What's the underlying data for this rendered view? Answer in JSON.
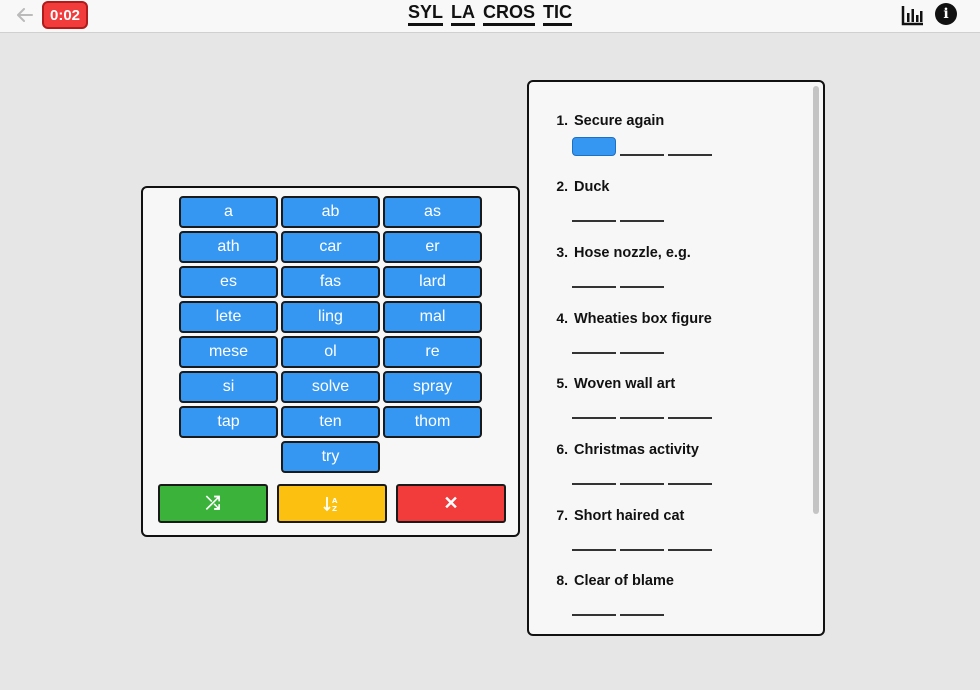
{
  "header": {
    "timer": "0:02",
    "title_parts": [
      "SYL",
      "LA",
      "CROS",
      "TIC"
    ]
  },
  "tiles": [
    "a",
    "ab",
    "as",
    "ath",
    "car",
    "er",
    "es",
    "fas",
    "lard",
    "lete",
    "ling",
    "mal",
    "mese",
    "ol",
    "re",
    "si",
    "solve",
    "spray",
    "tap",
    "ten",
    "thom",
    "try"
  ],
  "actions": {
    "shuffle_glyph": "⤮",
    "sort_glyph": "↓A/Z",
    "clear_glyph": "✕"
  },
  "clues": [
    {
      "number": "1.",
      "text": "Secure again",
      "slots": 3
    },
    {
      "number": "2.",
      "text": "Duck",
      "slots": 2
    },
    {
      "number": "3.",
      "text": "Hose nozzle, e.g.",
      "slots": 2
    },
    {
      "number": "4.",
      "text": "Wheaties box figure",
      "slots": 2
    },
    {
      "number": "5.",
      "text": "Woven wall art",
      "slots": 3
    },
    {
      "number": "6.",
      "text": "Christmas activity",
      "slots": 3
    },
    {
      "number": "7.",
      "text": "Short haired cat",
      "slots": 3
    },
    {
      "number": "8.",
      "text": "Clear of blame",
      "slots": 2
    }
  ],
  "colors": {
    "tile": "#3697f2",
    "timer": "#f23c3c",
    "shuffle": "#3bb33b",
    "sort": "#fcc110",
    "clear": "#f23c3c"
  }
}
